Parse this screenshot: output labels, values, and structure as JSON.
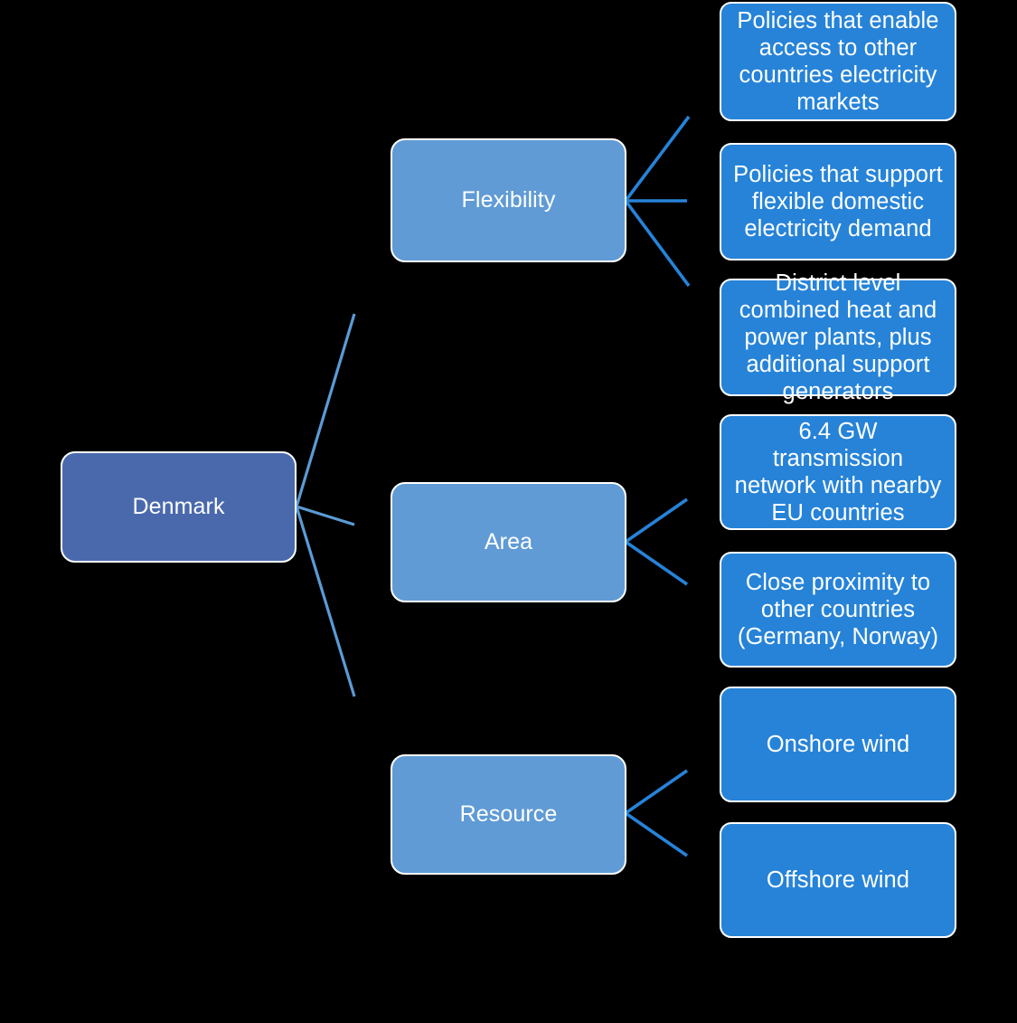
{
  "diagram": {
    "title": "Denmark wind energy enabling factors tree diagram",
    "type": "tree",
    "colors": {
      "background": "#000000",
      "root_fill": "#4a69ad",
      "branch_fill": "#609bd5",
      "leaf_fill": "#2683d8",
      "node_border": "#ffffff",
      "connector_root": "#5b9bd5",
      "connector_branch": "#2683d8",
      "text": "#ffffff"
    },
    "root": {
      "label": "Denmark"
    },
    "branches": [
      {
        "label": "Flexibility",
        "leaves": [
          {
            "label": "Policies that enable access to other countries electricity markets"
          },
          {
            "label": "Policies that support flexible domestic electricity demand"
          },
          {
            "label": "District level combined heat and power plants, plus additional support generators"
          }
        ]
      },
      {
        "label": "Area",
        "leaves": [
          {
            "label": "6.4 GW transmission network with nearby EU countries"
          },
          {
            "label": "Close proximity to other countries (Germany, Norway)"
          }
        ]
      },
      {
        "label": "Resource",
        "leaves": [
          {
            "label": "Onshore wind"
          },
          {
            "label": "Offshore wind"
          }
        ]
      }
    ]
  }
}
